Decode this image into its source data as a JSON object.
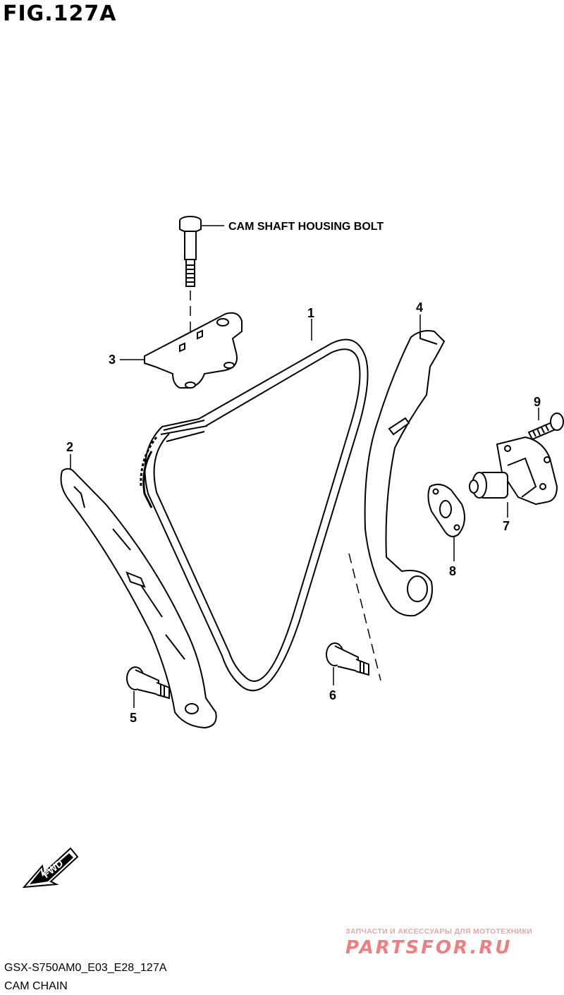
{
  "figure": {
    "title": "FIG.127A"
  },
  "callouts": {
    "cam_shaft_housing_bolt": "CAM SHAFT HOUSING BOLT",
    "n1": "1",
    "n2": "2",
    "n3": "3",
    "n4": "4",
    "n5": "5",
    "n6": "6",
    "n7": "7",
    "n8": "8",
    "n9": "9"
  },
  "fwd_arrow": {
    "label": "FWD"
  },
  "footer": {
    "code": "GSX-S750AM0_E03_E28_127A",
    "caption": "CAM CHAIN"
  },
  "watermark": {
    "tagline": "ЗАПЧАСТИ И АКСЕССУАРЫ ДЛЯ МОТОТЕХНИКИ",
    "logo": "PARTSFOR.RU"
  },
  "colors": {
    "line": "#000000",
    "background": "#ffffff",
    "watermark": "#ef7f7f"
  }
}
